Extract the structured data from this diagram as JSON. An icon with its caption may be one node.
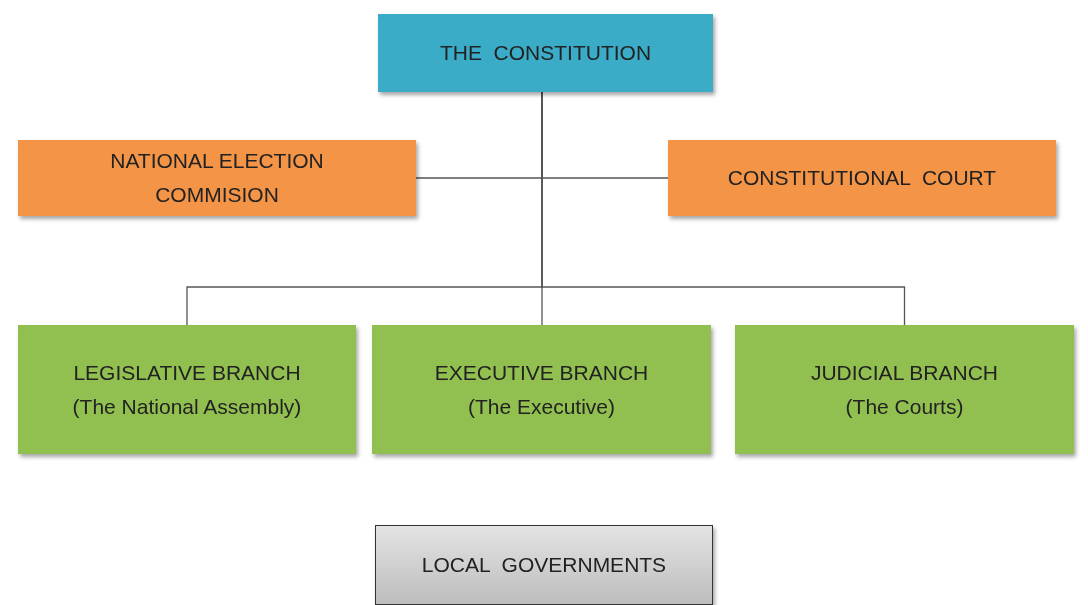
{
  "diagram": {
    "nodes": [
      {
        "text": [
          "THE  CONSTITUTION"
        ]
      },
      {
        "text": [
          "NATIONAL ELECTION COMMISION"
        ]
      },
      {
        "text": [
          "CONSTITUTIONAL  COURT"
        ]
      },
      {
        "text": [
          "LEGISLATIVE BRANCH",
          "(The National Assembly)"
        ]
      },
      {
        "text": [
          "EXECUTIVE BRANCH",
          "(The Executive)"
        ]
      },
      {
        "text": [
          "JUDICIAL BRANCH",
          "(The Courts)"
        ]
      },
      {
        "text": [
          "LOCAL  GOVERNMENTS"
        ]
      }
    ],
    "edges": [
      {
        "from": 0,
        "to": 1,
        "arrow": "none"
      },
      {
        "from": 0,
        "to": 2,
        "arrow": "none"
      },
      {
        "from": 0,
        "to": 3,
        "arrow": "none"
      },
      {
        "from": 0,
        "to": 4,
        "arrow": "none"
      },
      {
        "from": 0,
        "to": 5,
        "arrow": "none"
      }
    ]
  }
}
